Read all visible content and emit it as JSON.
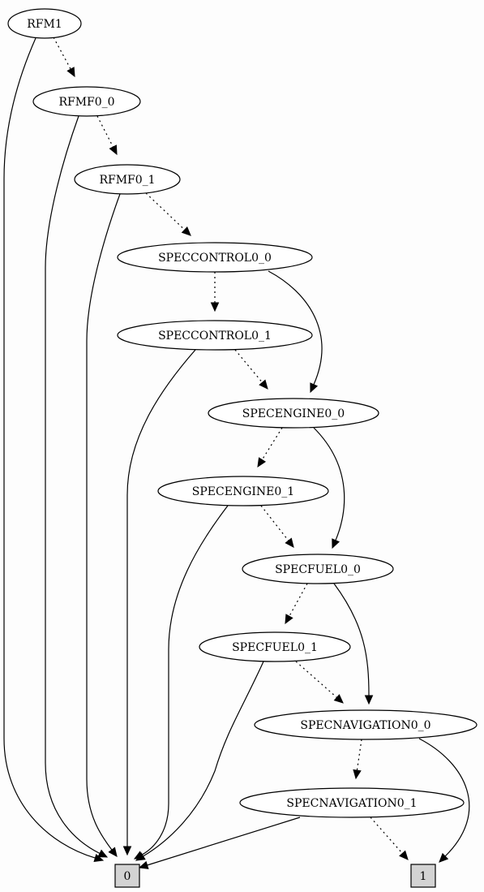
{
  "nodes": [
    {
      "id": "RFM1",
      "label": "RFM1",
      "shape": "ellipse"
    },
    {
      "id": "RFMF0_0",
      "label": "RFMF0_0",
      "shape": "ellipse"
    },
    {
      "id": "RFMF0_1",
      "label": "RFMF0_1",
      "shape": "ellipse"
    },
    {
      "id": "SPECCONTROL0_0",
      "label": "SPECCONTROL0_0",
      "shape": "ellipse"
    },
    {
      "id": "SPECCONTROL0_1",
      "label": "SPECCONTROL0_1",
      "shape": "ellipse"
    },
    {
      "id": "SPECENGINE0_0",
      "label": "SPECENGINE0_0",
      "shape": "ellipse"
    },
    {
      "id": "SPECENGINE0_1",
      "label": "SPECENGINE0_1",
      "shape": "ellipse"
    },
    {
      "id": "SPECFUEL0_0",
      "label": "SPECFUEL0_0",
      "shape": "ellipse"
    },
    {
      "id": "SPECFUEL0_1",
      "label": "SPECFUEL0_1",
      "shape": "ellipse"
    },
    {
      "id": "SPECNAVIGATION0_0",
      "label": "SPECNAVIGATION0_0",
      "shape": "ellipse"
    },
    {
      "id": "SPECNAVIGATION0_1",
      "label": "SPECNAVIGATION0_1",
      "shape": "ellipse"
    },
    {
      "id": "T0",
      "label": "0",
      "shape": "box"
    },
    {
      "id": "T1",
      "label": "1",
      "shape": "box"
    }
  ],
  "edges": [
    {
      "from": "RFM1",
      "to": "RFMF0_0",
      "style": "dotted"
    },
    {
      "from": "RFM1",
      "to": "T0",
      "style": "solid"
    },
    {
      "from": "RFMF0_0",
      "to": "RFMF0_1",
      "style": "dotted"
    },
    {
      "from": "RFMF0_0",
      "to": "T0",
      "style": "solid"
    },
    {
      "from": "RFMF0_1",
      "to": "SPECCONTROL0_0",
      "style": "dotted"
    },
    {
      "from": "RFMF0_1",
      "to": "T0",
      "style": "solid"
    },
    {
      "from": "SPECCONTROL0_0",
      "to": "SPECCONTROL0_1",
      "style": "dotted"
    },
    {
      "from": "SPECCONTROL0_0",
      "to": "SPECENGINE0_0",
      "style": "solid"
    },
    {
      "from": "SPECCONTROL0_1",
      "to": "SPECENGINE0_0",
      "style": "dotted"
    },
    {
      "from": "SPECCONTROL0_1",
      "to": "T0",
      "style": "solid"
    },
    {
      "from": "SPECENGINE0_0",
      "to": "SPECENGINE0_1",
      "style": "dotted"
    },
    {
      "from": "SPECENGINE0_0",
      "to": "SPECFUEL0_0",
      "style": "solid"
    },
    {
      "from": "SPECENGINE0_1",
      "to": "SPECFUEL0_0",
      "style": "dotted"
    },
    {
      "from": "SPECENGINE0_1",
      "to": "T0",
      "style": "solid"
    },
    {
      "from": "SPECFUEL0_0",
      "to": "SPECFUEL0_1",
      "style": "dotted"
    },
    {
      "from": "SPECFUEL0_0",
      "to": "SPECNAVIGATION0_0",
      "style": "solid"
    },
    {
      "from": "SPECFUEL0_1",
      "to": "SPECNAVIGATION0_0",
      "style": "dotted"
    },
    {
      "from": "SPECFUEL0_1",
      "to": "T0",
      "style": "solid"
    },
    {
      "from": "SPECNAVIGATION0_0",
      "to": "SPECNAVIGATION0_1",
      "style": "dotted"
    },
    {
      "from": "SPECNAVIGATION0_0",
      "to": "T1",
      "style": "solid"
    },
    {
      "from": "SPECNAVIGATION0_1",
      "to": "T1",
      "style": "dotted"
    },
    {
      "from": "SPECNAVIGATION0_1",
      "to": "T0",
      "style": "solid"
    }
  ]
}
